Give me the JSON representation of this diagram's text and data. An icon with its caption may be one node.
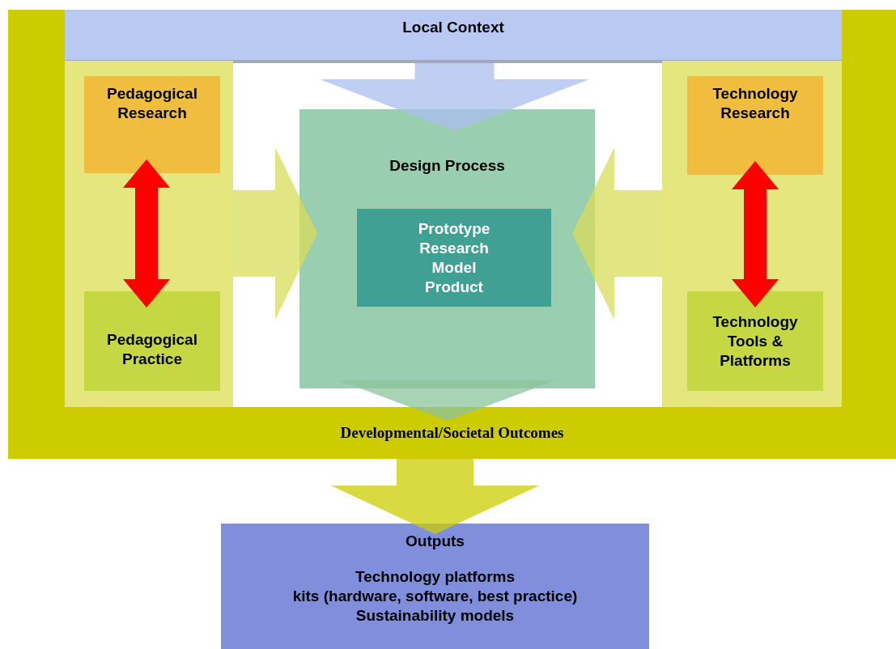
{
  "diagram": {
    "nodes": [
      {
        "text": [
          "Local Context"
        ]
      },
      {
        "text": [],
        "shape": "box"
      },
      {
        "text": [
          "Pedagogical Research"
        ],
        "in": 1
      },
      {
        "text": [
          "Pedagogical Practice"
        ],
        "in": 1
      },
      {
        "text": [
          "Design Process"
        ]
      },
      {
        "text": [
          "Prototype Research Model Product"
        ],
        "in": 4
      },
      {
        "text": [],
        "shape": "box"
      },
      {
        "text": [
          "Technology Research"
        ],
        "in": 6
      },
      {
        "text": [
          "Technology Tools & Platforms"
        ],
        "in": 6
      },
      {
        "text": [
          "Developmental/Societal Outcomes"
        ]
      },
      {
        "text": [
          "Outputs",
          "Technology platforms",
          "kits (hardware, software, best practice)",
          "Sustainability models"
        ]
      }
    ],
    "edges": [
      {
        "from": 0,
        "to": 4,
        "arrow": "to",
        "color": "#a9bdee"
      },
      {
        "from": 1,
        "to": 4,
        "arrow": "to",
        "color": "#d8dc5a"
      },
      {
        "from": 6,
        "to": 4,
        "arrow": "to",
        "color": "#d8dc5a"
      },
      {
        "from": 2,
        "to": 3,
        "arrow": "both",
        "color": "#ff0000"
      },
      {
        "from": 7,
        "to": 8,
        "arrow": "both",
        "color": "#ff0000"
      },
      {
        "from": 4,
        "to": 9,
        "arrow": "to",
        "color": "#8cc49c"
      },
      {
        "from": 9,
        "to": 10,
        "arrow": "to",
        "color": "#cccc00"
      }
    ]
  }
}
